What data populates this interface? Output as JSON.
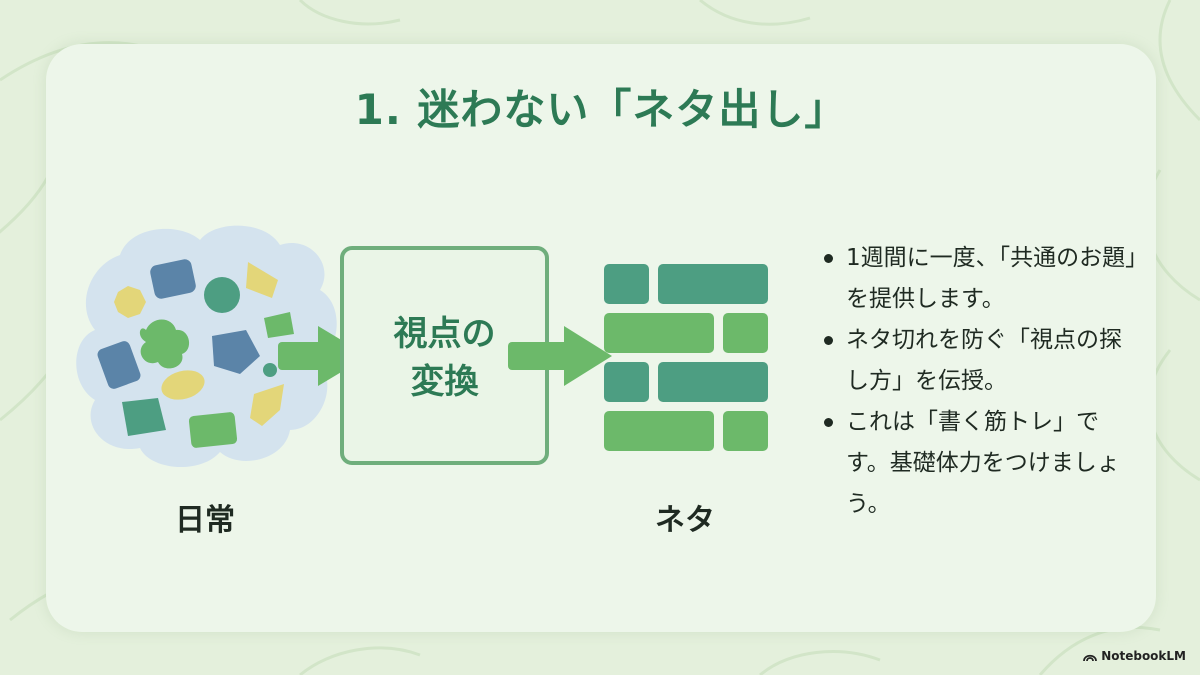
{
  "slide": {
    "title": "1. 迷わない「ネタ出し」",
    "left_label": "日常",
    "box_label_line1": "視点の",
    "box_label_line2": "変換",
    "right_label": "ネタ",
    "bullets": [
      "1週間に一度、「共通のお題」を提供します。",
      "ネタ切れを防ぐ「視点の探し方」を伝授。",
      "これは「書く筋トレ」です。基礎体力をつけましょう。"
    ]
  },
  "brand": {
    "name": "NotebookLM",
    "icon": "notebooklm-logo-icon"
  },
  "colors": {
    "title": "#2d7a55",
    "accent_green": "#6cb96a",
    "teal": "#4d9e82",
    "blue": "#5b84a8",
    "yellow": "#e3d679",
    "background": "#e4f0dc"
  }
}
